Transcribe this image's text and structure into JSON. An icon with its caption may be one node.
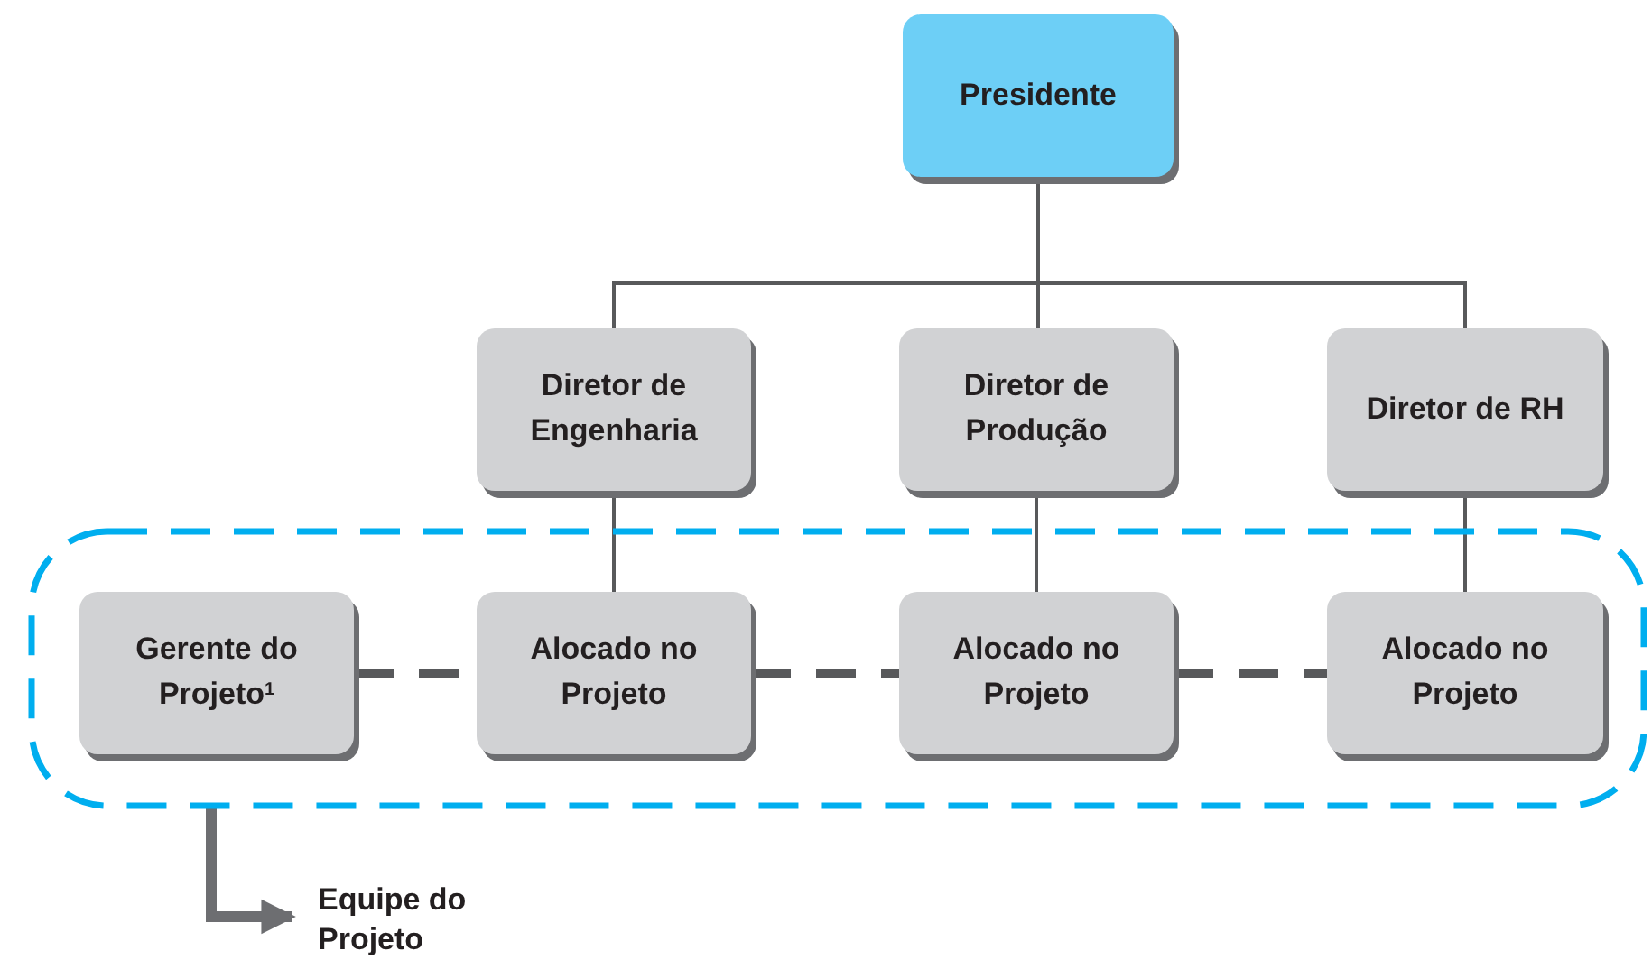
{
  "diagram": {
    "nodes": [
      {
        "text": [
          "Presidente"
        ]
      },
      {
        "text": [
          "Diretor de Engenharia"
        ]
      },
      {
        "text": [
          "Diretor de Produção"
        ]
      },
      {
        "text": [
          "Diretor de RH"
        ]
      },
      {
        "text": [],
        "shape": "box"
      },
      {
        "text": [
          "Gerente do Projeto$^{1}$"
        ],
        "in": 4
      },
      {
        "text": [
          "Alocado no Projeto"
        ],
        "in": 4
      },
      {
        "text": [
          "Alocado no Projeto"
        ],
        "in": 4
      },
      {
        "text": [
          "Alocado no Projeto"
        ],
        "in": 4
      },
      {
        "text": [
          "Equipe do Projeto"
        ]
      }
    ],
    "edges": [
      {
        "from": 0,
        "to": 1,
        "arrow": "none"
      },
      {
        "from": 0,
        "to": 2,
        "arrow": "none"
      },
      {
        "from": 0,
        "to": 3,
        "arrow": "none"
      },
      {
        "from": 1,
        "to": 6,
        "arrow": "none"
      },
      {
        "from": 2,
        "to": 7,
        "arrow": "none"
      },
      {
        "from": 3,
        "to": 8,
        "arrow": "none"
      },
      {
        "from": 5,
        "to": 6,
        "arrow": "none",
        "style": "dashed"
      },
      {
        "from": 6,
        "to": 7,
        "arrow": "none",
        "style": "dashed"
      },
      {
        "from": 7,
        "to": 8,
        "arrow": "none",
        "style": "dashed"
      },
      {
        "from": 4,
        "to": 9,
        "arrow": "to",
        "style": "thick"
      }
    ]
  }
}
